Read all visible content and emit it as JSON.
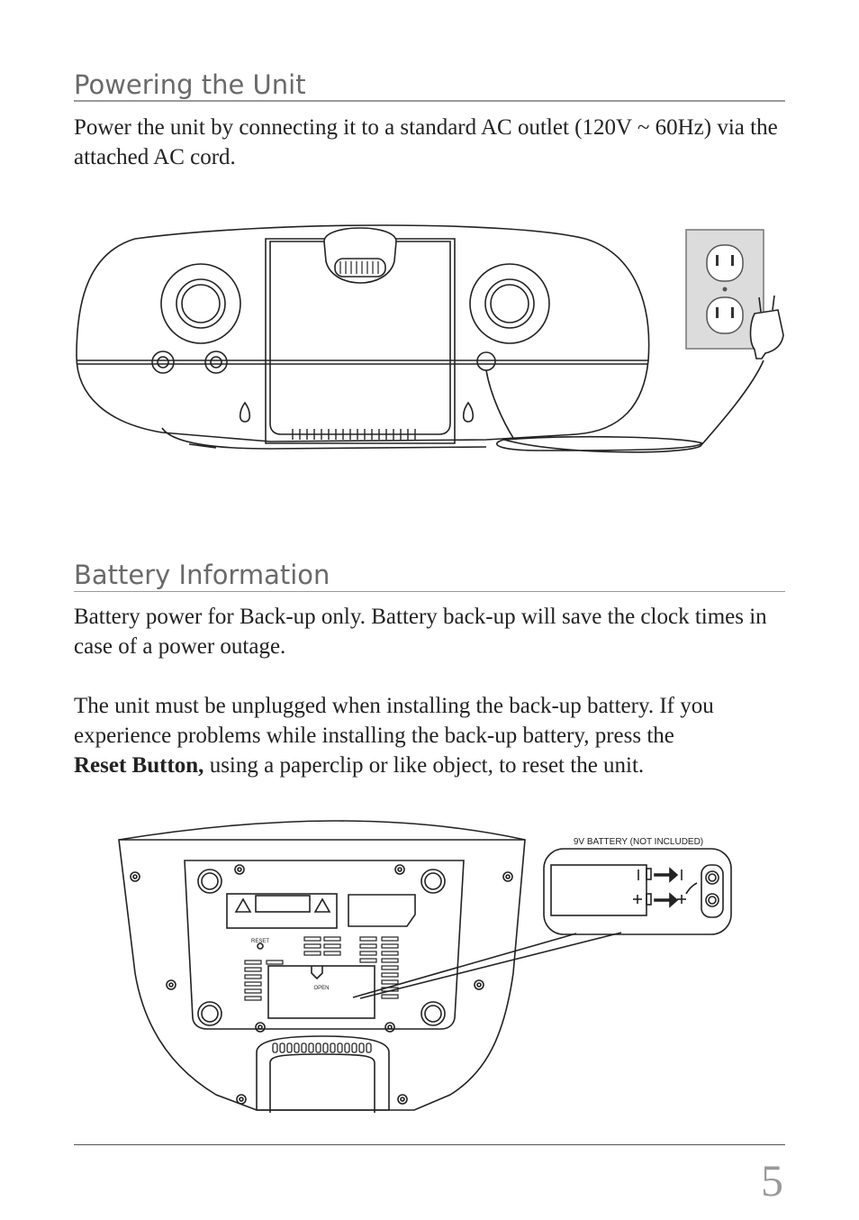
{
  "section1": {
    "title": "Powering the Unit",
    "body": "Power the unit by connecting it to a standard AC outlet (120V ~ 60Hz) via the attached AC cord."
  },
  "section2": {
    "title": "Battery Information",
    "para1": "Battery power for Back-up only. Battery back-up will save the clock times in case of a power outage.",
    "para2_text": "The unit must be unplugged when installing the back-up battery.  If you experience problems while installing the back-up battery, press the",
    "para2_bold": "Reset Button,",
    "para2_end": "using a paperclip or like object, to reset the unit."
  },
  "figure2": {
    "battery_label": "9V BATTERY (NOT INCLUDED)",
    "reset_label": "RESET",
    "open_label": "OPEN"
  },
  "footer": {
    "page_number": "5"
  }
}
